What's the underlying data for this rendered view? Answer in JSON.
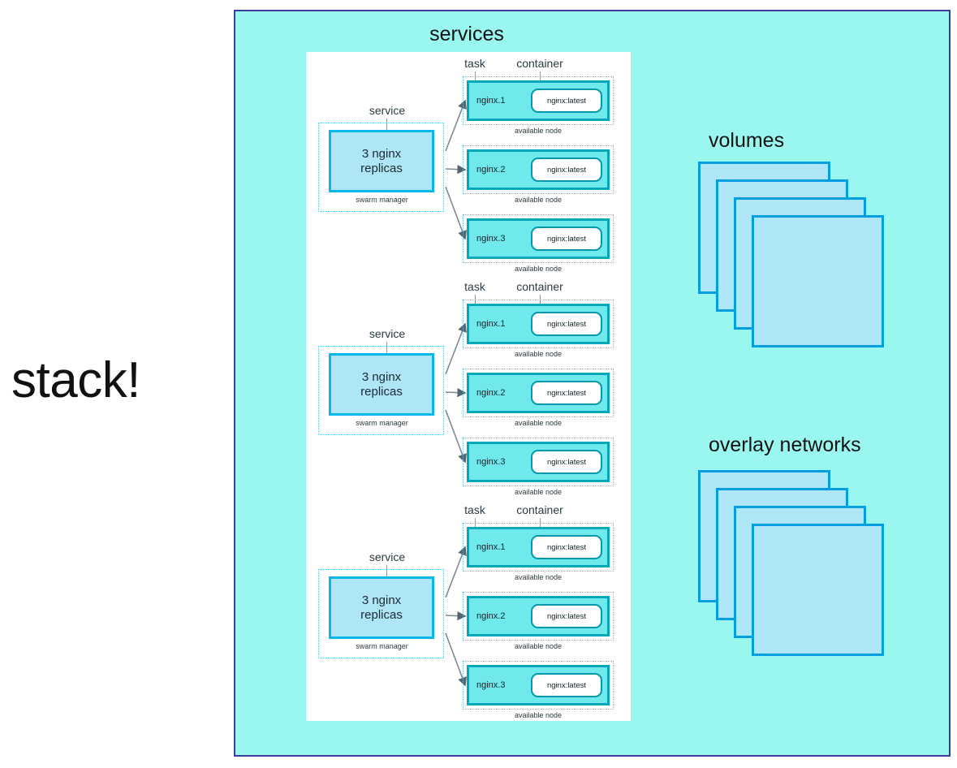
{
  "headline": "stack!",
  "panel": {
    "services_title": "services",
    "volumes_title": "volumes",
    "networks_title": "overlay networks"
  },
  "labels": {
    "service": "service",
    "task": "task",
    "container": "container",
    "swarm_manager": "swarm manager",
    "available_node": "available node"
  },
  "service_groups": [
    {
      "service_text_line1": "3 nginx",
      "service_text_line2": "replicas",
      "nodes": [
        {
          "task": "nginx.1",
          "container": "nginx:latest"
        },
        {
          "task": "nginx.2",
          "container": "nginx:latest"
        },
        {
          "task": "nginx.3",
          "container": "nginx:latest"
        }
      ]
    },
    {
      "service_text_line1": "3 nginx",
      "service_text_line2": "replicas",
      "nodes": [
        {
          "task": "nginx.1",
          "container": "nginx:latest"
        },
        {
          "task": "nginx.2",
          "container": "nginx:latest"
        },
        {
          "task": "nginx.3",
          "container": "nginx:latest"
        }
      ]
    },
    {
      "service_text_line1": "3 nginx",
      "service_text_line2": "replicas",
      "nodes": [
        {
          "task": "nginx.1",
          "container": "nginx:latest"
        },
        {
          "task": "nginx.2",
          "container": "nginx:latest"
        },
        {
          "task": "nginx.3",
          "container": "nginx:latest"
        }
      ]
    }
  ],
  "volumes": {
    "count": 4
  },
  "overlay_networks": {
    "count": 4
  },
  "colors": {
    "page_background": "#ffffff",
    "panel_background": "#9af7f0",
    "panel_border": "#3c3c96",
    "services_panel_background": "#ffffff",
    "service_box_fill": "#aee5f7",
    "service_box_border": "#06b9e8",
    "task_box_fill": "#6fe9ec",
    "task_box_border": "#00a8b8",
    "container_box_fill": "#ffffff",
    "container_box_border": "#0098ad",
    "dotted_border": "#4fc8e8",
    "card_fill": "#aee5f7",
    "card_border": "#019ee0",
    "arrow": "#7a8a94",
    "text": "#111111"
  }
}
